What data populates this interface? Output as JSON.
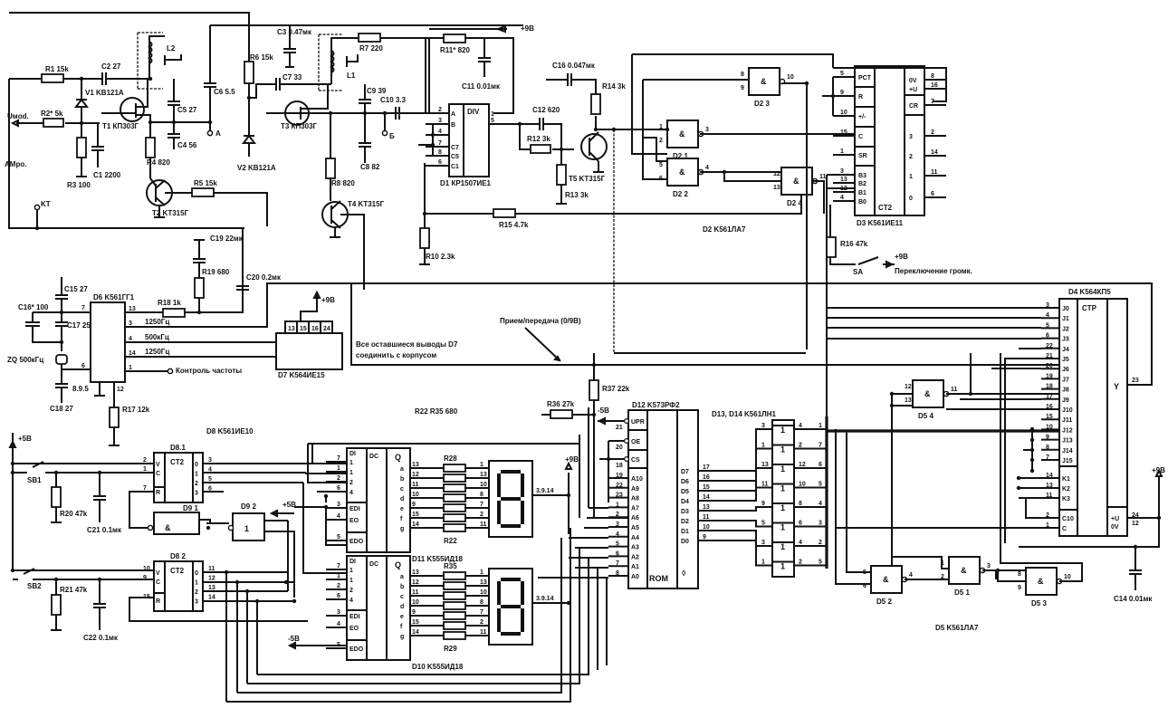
{
  "title": "Transmitter / receiver circuit schematic",
  "rf_section": {
    "R1": "R1 15k",
    "C2": "C2 27",
    "V1": "V1 KB121A",
    "R2": "R2* 5k",
    "Uvoltage": "Uмod.",
    "T1": "T1 КП303Г",
    "L2": "L2",
    "C5": "C5 27",
    "C4": "C4 56",
    "C6": "C6 5.5",
    "A": "A",
    "R3": "R3 100",
    "C1": "C1 2200",
    "R4": "R4 820",
    "AMpo": "АМро.",
    "KT": "KT",
    "T2": "T2 KT315Г",
    "R5": "R5 15k",
    "C3": "C3 0.47мк",
    "R6": "R6 15k",
    "C7": "C7 33",
    "L1": "L1",
    "R7": "R7 220",
    "V2": "V2 KB121A",
    "T3": "T3 КП303Г",
    "C9": "C9 39",
    "C10": "C10 3.3",
    "B": "Б",
    "C8": "C8 82",
    "R8": "R8 820",
    "T4": "T4 KT315Г"
  },
  "divider": {
    "R11": "R11* 820",
    "supply": "+9В",
    "C11": "C11 0.01мк",
    "D1": "D1 КР1507ИЕ1",
    "D1_func": "DIV",
    "D1_pins_left": [
      {
        "n": "2",
        "s": "A"
      },
      {
        "n": "3",
        "s": "B"
      },
      {
        "n": "4",
        "s": ""
      },
      {
        "n": "7",
        "s": "C7"
      },
      {
        "n": "8",
        "s": "C5"
      },
      {
        "n": "6",
        "s": "C1"
      }
    ],
    "D1_pins_right": [
      {
        "n": "1",
        "s": ""
      },
      {
        "n": "5",
        "s": ""
      }
    ],
    "C12": "C12 620",
    "R12": "R12 3k",
    "C16": "C16 0.047мк",
    "R14": "R14 3k",
    "T5": "T5 KT315Г",
    "R13": "R13 3k",
    "R15": "R15 4.7k",
    "R10": "R10 2.3k"
  },
  "d2": {
    "name": "D2 K561ЛА7",
    "gates": [
      {
        "id": "D2 1",
        "func": "&",
        "in": [
          "1",
          "2"
        ],
        "out": "3"
      },
      {
        "id": "D2 2",
        "func": "&",
        "in": [
          "5",
          "6"
        ],
        "out": "4"
      },
      {
        "id": "D2 3",
        "func": "&",
        "in": [
          "8",
          "9"
        ],
        "out": "10"
      },
      {
        "id": "D2 4",
        "func": "&",
        "in": [
          "12",
          "13"
        ],
        "out": "11"
      }
    ]
  },
  "d3": {
    "name": "D3 K561ИЕ11",
    "func": "CT2",
    "left": [
      {
        "n": "5",
        "s": "PCT"
      },
      {
        "n": "9",
        "s": "R"
      },
      {
        "n": "10",
        "s": "+/-"
      },
      {
        "n": "15",
        "s": "C"
      },
      {
        "n": "1",
        "s": "SR"
      },
      {
        "n": "3",
        "s": "B3"
      },
      {
        "n": "13",
        "s": "B2"
      },
      {
        "n": "12",
        "s": "B1"
      },
      {
        "n": "4",
        "s": "B0"
      }
    ],
    "right": [
      {
        "n": "8",
        "s": "0V"
      },
      {
        "n": "16",
        "s": "+U"
      },
      {
        "n": "7",
        "s": "CR"
      },
      {
        "n": "2",
        "s": "3"
      },
      {
        "n": "14",
        "s": "2"
      },
      {
        "n": "11",
        "s": "1"
      },
      {
        "n": "6",
        "s": "0"
      }
    ],
    "R16": "R16 47k",
    "SA": "SA",
    "supply": "+9В",
    "switch_label": "Переключение громк."
  },
  "d6_osc": {
    "name": "D6 K561ГГ1",
    "C15": "C15 27",
    "C16": "C16* 100",
    "C17": "C17 25",
    "ZQ": "ZQ 500кГц",
    "C18": "C18 27",
    "C_trim": "8.9.5",
    "pins_left": [
      "7",
      "6"
    ],
    "pins_right": [
      "13",
      "3",
      "4",
      "14",
      "1"
    ],
    "pin_bottom": "12",
    "R18": "R18 1k",
    "R19": "R19 680",
    "C19": "C19 22мк",
    "C20": "C20 0.2мк",
    "R17": "R17 12k",
    "f1": "1250Гц",
    "f2": "500кГц",
    "f3": "1250Гц",
    "control": "Контроль частоты"
  },
  "d7": {
    "name": "D7 K564ИЕ15",
    "pins": [
      "13",
      "15",
      "16",
      "24"
    ],
    "supply": "+9В",
    "note_line1": "Все оставшиеся выводы D7",
    "note_line2": "соединить с корпусом",
    "rx_tx": "Прием/передача (0/9В)"
  },
  "d8": {
    "name": "D8 K561ИЕ10",
    "d81": {
      "id": "D8.1",
      "func": "CT2",
      "left": [
        {
          "n": "2",
          "s": "V"
        },
        {
          "n": "1",
          "s": "C"
        },
        {
          "n": "7",
          "s": "R"
        }
      ],
      "right": [
        {
          "n": "3",
          "s": "0"
        },
        {
          "n": "4",
          "s": "1"
        },
        {
          "n": "5",
          "s": "2"
        },
        {
          "n": "6",
          "s": "3"
        }
      ]
    },
    "d82": {
      "id": "D8 2",
      "func": "CT2",
      "left": [
        {
          "n": "10",
          "s": "V"
        },
        {
          "n": "9",
          "s": "C"
        },
        {
          "n": "15",
          "s": "R"
        }
      ],
      "right": [
        {
          "n": "11",
          "s": "0"
        },
        {
          "n": "12",
          "s": "1"
        },
        {
          "n": "13",
          "s": "2"
        },
        {
          "n": "14",
          "s": "3"
        }
      ]
    },
    "supply": "+5В",
    "SB1": "SB1",
    "SB2": "SB2",
    "R20": "R20 47k",
    "C21": "C21 0.1мк",
    "R21": "R21 47k",
    "C22": "C22 0.1мк"
  },
  "d9": {
    "g1": {
      "id": "D9 1",
      "func": "&"
    },
    "g2": {
      "id": "D9 2",
      "func": "1"
    },
    "supply": "+5В"
  },
  "decoders": {
    "R_range": "R22  R35 680",
    "D11": {
      "name": "D11 K555ИД18",
      "label_func": "DC",
      "in": [
        {
          "n": "7",
          "s": "1"
        },
        {
          "n": "1",
          "s": "1"
        },
        {
          "n": "2",
          "s": "2"
        },
        {
          "n": "6",
          "s": "4"
        }
      ],
      "ctrl": [
        {
          "n": "3",
          "s": "EDI"
        },
        {
          "n": "4",
          "s": "EO"
        },
        {
          "n": "5",
          "s": "EDO"
        }
      ],
      "out": [
        {
          "n": "13",
          "s": "a"
        },
        {
          "n": "12",
          "s": "b"
        },
        {
          "n": "11",
          "s": "c"
        },
        {
          "n": "10",
          "s": "d"
        },
        {
          "n": "9",
          "s": "e"
        },
        {
          "n": "15",
          "s": "f"
        },
        {
          "n": "14",
          "s": "g"
        }
      ],
      "rtop": "R28",
      "rbot": "R22",
      "disp": [
        "1",
        "13",
        "10",
        "8",
        "7",
        "2",
        "11"
      ],
      "disp_common": "3.9.14"
    },
    "D10": {
      "name": "D10 K555ИД18",
      "label_func": "DC",
      "in": [
        {
          "n": "7",
          "s": "1"
        },
        {
          "n": "1",
          "s": "1"
        },
        {
          "n": "2",
          "s": "2"
        },
        {
          "n": "6",
          "s": "4"
        }
      ],
      "ctrl": [
        {
          "n": "3",
          "s": "EDI"
        },
        {
          "n": "4",
          "s": "EO"
        },
        {
          "n": "5",
          "s": "EDO"
        }
      ],
      "out": [
        {
          "n": "13",
          "s": "a"
        },
        {
          "n": "12",
          "s": "b"
        },
        {
          "n": "11",
          "s": "c"
        },
        {
          "n": "10",
          "s": "d"
        },
        {
          "n": "9",
          "s": "e"
        },
        {
          "n": "15",
          "s": "f"
        },
        {
          "n": "14",
          "s": "g"
        }
      ],
      "rtop": "R35",
      "rbot": "R29",
      "disp": [
        "1",
        "13",
        "10",
        "8",
        "7",
        "2",
        "11"
      ],
      "disp_common": "3.9.14"
    },
    "supply": "+9В",
    "minus": "-5В"
  },
  "rom": {
    "name": "D12 K573РФ2",
    "R37": "R37 22k",
    "R36": "R36 27k",
    "supply": "-5В",
    "ctrl": [
      {
        "n": "21",
        "s": "UPR"
      },
      {
        "n": "20",
        "s": "OE"
      },
      {
        "n": "18",
        "s": "CS"
      }
    ],
    "addr": [
      {
        "n": "19",
        "s": "A10"
      },
      {
        "n": "22",
        "s": "A9"
      },
      {
        "n": "23",
        "s": "A8"
      },
      {
        "n": "1",
        "s": "A7"
      },
      {
        "n": "2",
        "s": "A6"
      },
      {
        "n": "3",
        "s": "A5"
      },
      {
        "n": "4",
        "s": "A4"
      },
      {
        "n": "5",
        "s": "A3"
      },
      {
        "n": "6",
        "s": "A2"
      },
      {
        "n": "7",
        "s": "A1"
      },
      {
        "n": "8",
        "s": "A0"
      }
    ],
    "data": [
      {
        "n": "17",
        "s": "D7"
      },
      {
        "n": "16",
        "s": "D6"
      },
      {
        "n": "15",
        "s": "D5"
      },
      {
        "n": "14",
        "s": "D4"
      },
      {
        "n": "13",
        "s": "D3"
      },
      {
        "n": "11",
        "s": "D2"
      },
      {
        "n": "10",
        "s": "D1"
      },
      {
        "n": "9",
        "s": "D0"
      }
    ],
    "func": "ROM",
    "sym": "◊"
  },
  "buffers": {
    "name": "D13, D14 K561ЛН1",
    "rows": [
      {
        "in": "3",
        "func": "1",
        "out": "4",
        "bus": "1"
      },
      {
        "in": "1",
        "func": "1",
        "out": "2",
        "bus": "7"
      },
      {
        "in": "13",
        "func": "1",
        "out": "12",
        "bus": "6"
      },
      {
        "in": "11",
        "func": "1",
        "out": "10",
        "bus": "5"
      },
      {
        "in": "9",
        "func": "1",
        "out": "8",
        "bus": "4"
      },
      {
        "in": "5",
        "func": "1",
        "out": "6",
        "bus": "3"
      },
      {
        "in": "3",
        "func": "1",
        "out": "4",
        "bus": "2"
      },
      {
        "in": "1",
        "func": "1",
        "out": "2",
        "bus": "5"
      }
    ]
  },
  "d5": {
    "name": "D5 K561ЛА7",
    "gates": [
      {
        "id": "D5 1",
        "func": "&",
        "in": [
          "1",
          "2"
        ],
        "out": "3"
      },
      {
        "id": "D5 2",
        "func": "&",
        "in": [
          "5",
          "6"
        ],
        "out": "4"
      },
      {
        "id": "D5 3",
        "func": "&",
        "in": [
          "8",
          "9"
        ],
        "out": "10"
      },
      {
        "id": "D5 4",
        "func": "&",
        "in": [
          "12",
          "13"
        ],
        "out": "11"
      }
    ]
  },
  "d4": {
    "name": "D4 K564КП5",
    "func": "CTP",
    "out_label": "Y",
    "out_pin": "23",
    "pins": [
      {
        "n": "3",
        "s": "J0"
      },
      {
        "n": "4",
        "s": "J1"
      },
      {
        "n": "5",
        "s": "J2"
      },
      {
        "n": "6",
        "s": "J3"
      },
      {
        "n": "22",
        "s": "J4"
      },
      {
        "n": "21",
        "s": "J5"
      },
      {
        "n": "20",
        "s": "J6"
      },
      {
        "n": "19",
        "s": "J7"
      },
      {
        "n": "18",
        "s": "J8"
      },
      {
        "n": "17",
        "s": "J9"
      },
      {
        "n": "16",
        "s": "J10"
      },
      {
        "n": "15",
        "s": "J11"
      },
      {
        "n": "10",
        "s": "J12"
      },
      {
        "n": "9",
        "s": "J13"
      },
      {
        "n": "8",
        "s": "J14"
      },
      {
        "n": "7",
        "s": "J15"
      }
    ],
    "kpins": [
      {
        "n": "14",
        "s": "K1"
      },
      {
        "n": "13",
        "s": "K2"
      },
      {
        "n": "11",
        "s": "K3"
      }
    ],
    "cpins": [
      {
        "n": "2",
        "s": "C10"
      },
      {
        "n": "1",
        "s": "C"
      }
    ],
    "pwr": [
      {
        "n": "24",
        "s": "+U"
      },
      {
        "n": "12",
        "s": "0V"
      }
    ],
    "supply": "+9В",
    "C14": "C14 0.01мк"
  }
}
